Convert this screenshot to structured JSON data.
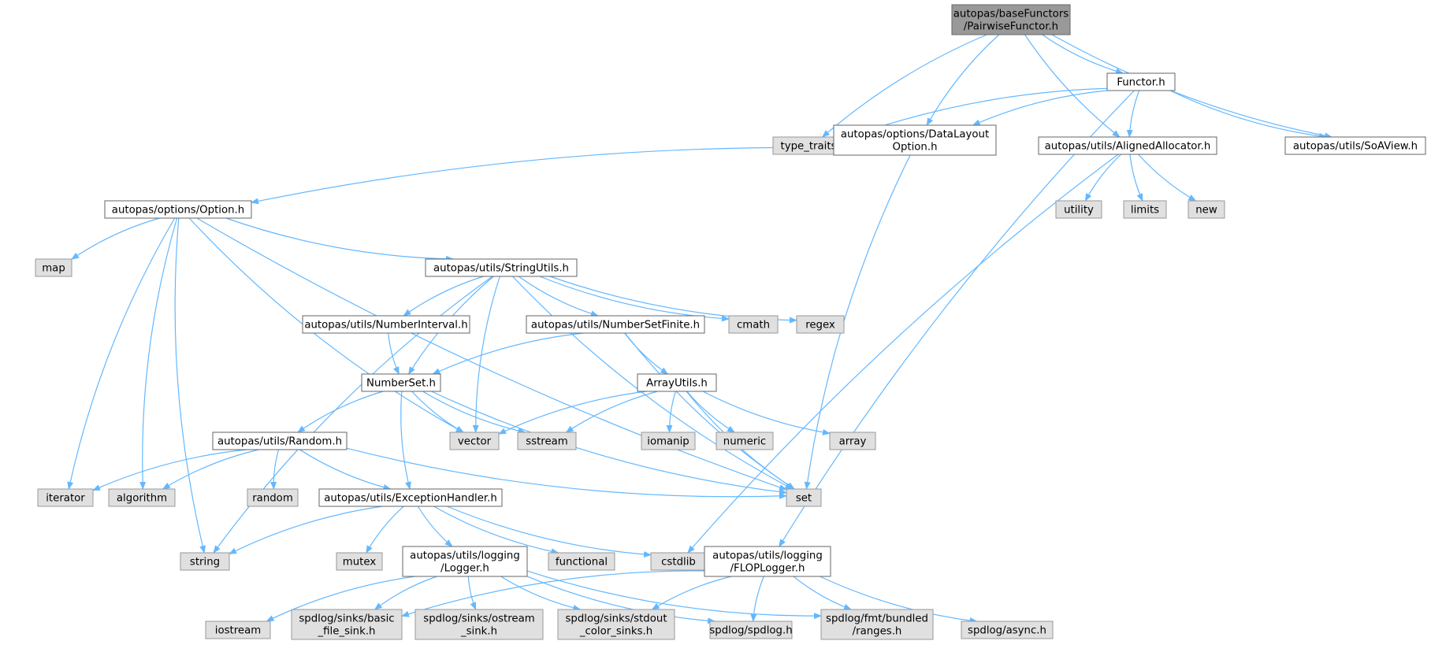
{
  "diagram": {
    "colors": {
      "edge": "#63b8ff",
      "root_fill": "#999999",
      "root_stroke": "#666666",
      "header_fill": "#ffffff",
      "header_stroke": "#666666",
      "system_fill": "#e0e0e0",
      "system_stroke": "#999999"
    },
    "nodes": [
      {
        "id": "root",
        "kind": "root",
        "lines": [
          "autopas/baseFunctors",
          "/PairwiseFunctor.h"
        ]
      },
      {
        "id": "functor",
        "kind": "header",
        "lines": [
          "Functor.h"
        ]
      },
      {
        "id": "type_traits",
        "kind": "system",
        "lines": [
          "type_traits"
        ]
      },
      {
        "id": "datalayout",
        "kind": "header",
        "lines": [
          "autopas/options/DataLayout",
          "Option.h"
        ]
      },
      {
        "id": "aligned",
        "kind": "header",
        "lines": [
          "autopas/utils/AlignedAllocator.h"
        ]
      },
      {
        "id": "soaview",
        "kind": "header",
        "lines": [
          "autopas/utils/SoAView.h"
        ]
      },
      {
        "id": "option",
        "kind": "header",
        "lines": [
          "autopas/options/Option.h"
        ]
      },
      {
        "id": "utility",
        "kind": "system",
        "lines": [
          "utility"
        ]
      },
      {
        "id": "limits",
        "kind": "system",
        "lines": [
          "limits"
        ]
      },
      {
        "id": "new",
        "kind": "system",
        "lines": [
          "new"
        ]
      },
      {
        "id": "map",
        "kind": "system",
        "lines": [
          "map"
        ]
      },
      {
        "id": "stringutils",
        "kind": "header",
        "lines": [
          "autopas/utils/StringUtils.h"
        ]
      },
      {
        "id": "numberinterval",
        "kind": "header",
        "lines": [
          "autopas/utils/NumberInterval.h"
        ]
      },
      {
        "id": "numbersetfinite",
        "kind": "header",
        "lines": [
          "autopas/utils/NumberSetFinite.h"
        ]
      },
      {
        "id": "cmath",
        "kind": "system",
        "lines": [
          "cmath"
        ]
      },
      {
        "id": "regex",
        "kind": "system",
        "lines": [
          "regex"
        ]
      },
      {
        "id": "numberset",
        "kind": "header",
        "lines": [
          "NumberSet.h"
        ]
      },
      {
        "id": "arrayutils",
        "kind": "header",
        "lines": [
          "ArrayUtils.h"
        ]
      },
      {
        "id": "random_h",
        "kind": "header",
        "lines": [
          "autopas/utils/Random.h"
        ]
      },
      {
        "id": "vector",
        "kind": "system",
        "lines": [
          "vector"
        ]
      },
      {
        "id": "sstream",
        "kind": "system",
        "lines": [
          "sstream"
        ]
      },
      {
        "id": "iomanip",
        "kind": "system",
        "lines": [
          "iomanip"
        ]
      },
      {
        "id": "numeric",
        "kind": "system",
        "lines": [
          "numeric"
        ]
      },
      {
        "id": "array",
        "kind": "system",
        "lines": [
          "array"
        ]
      },
      {
        "id": "iterator",
        "kind": "system",
        "lines": [
          "iterator"
        ]
      },
      {
        "id": "algorithm",
        "kind": "system",
        "lines": [
          "algorithm"
        ]
      },
      {
        "id": "random",
        "kind": "system",
        "lines": [
          "random"
        ]
      },
      {
        "id": "exception",
        "kind": "header",
        "lines": [
          "autopas/utils/ExceptionHandler.h"
        ]
      },
      {
        "id": "set",
        "kind": "system",
        "lines": [
          "set"
        ]
      },
      {
        "id": "string",
        "kind": "system",
        "lines": [
          "string"
        ]
      },
      {
        "id": "mutex",
        "kind": "system",
        "lines": [
          "mutex"
        ]
      },
      {
        "id": "logger",
        "kind": "header",
        "lines": [
          "autopas/utils/logging",
          "/Logger.h"
        ]
      },
      {
        "id": "functional",
        "kind": "system",
        "lines": [
          "functional"
        ]
      },
      {
        "id": "cstdlib",
        "kind": "system",
        "lines": [
          "cstdlib"
        ]
      },
      {
        "id": "floplogger",
        "kind": "header",
        "lines": [
          "autopas/utils/logging",
          "/FLOPLogger.h"
        ]
      },
      {
        "id": "iostream",
        "kind": "system",
        "lines": [
          "iostream"
        ]
      },
      {
        "id": "basic_file_sink",
        "kind": "system",
        "lines": [
          "spdlog/sinks/basic",
          "_file_sink.h"
        ]
      },
      {
        "id": "ostream_sink",
        "kind": "system",
        "lines": [
          "spdlog/sinks/ostream",
          "_sink.h"
        ]
      },
      {
        "id": "stdout_color",
        "kind": "system",
        "lines": [
          "spdlog/sinks/stdout",
          "_color_sinks.h"
        ]
      },
      {
        "id": "spdlog_h",
        "kind": "system",
        "lines": [
          "spdlog/spdlog.h"
        ]
      },
      {
        "id": "fmt_ranges",
        "kind": "system",
        "lines": [
          "spdlog/fmt/bundled",
          "/ranges.h"
        ]
      },
      {
        "id": "async",
        "kind": "system",
        "lines": [
          "spdlog/async.h"
        ]
      }
    ],
    "edges": [
      [
        "root",
        "type_traits"
      ],
      [
        "root",
        "datalayout"
      ],
      [
        "root",
        "aligned"
      ],
      [
        "root",
        "functor"
      ],
      [
        "root",
        "soaview"
      ],
      [
        "functor",
        "type_traits"
      ],
      [
        "functor",
        "datalayout"
      ],
      [
        "functor",
        "aligned"
      ],
      [
        "functor",
        "soaview"
      ],
      [
        "functor",
        "floplogger"
      ],
      [
        "datalayout",
        "option"
      ],
      [
        "datalayout",
        "set"
      ],
      [
        "aligned",
        "utility"
      ],
      [
        "aligned",
        "limits"
      ],
      [
        "aligned",
        "new"
      ],
      [
        "aligned",
        "cstdlib"
      ],
      [
        "option",
        "map"
      ],
      [
        "option",
        "stringutils"
      ],
      [
        "option",
        "iterator"
      ],
      [
        "option",
        "algorithm"
      ],
      [
        "option",
        "vector"
      ],
      [
        "option",
        "set"
      ],
      [
        "option",
        "string"
      ],
      [
        "stringutils",
        "numberinterval"
      ],
      [
        "stringutils",
        "numbersetfinite"
      ],
      [
        "stringutils",
        "cmath"
      ],
      [
        "stringutils",
        "regex"
      ],
      [
        "stringutils",
        "numberset"
      ],
      [
        "stringutils",
        "vector"
      ],
      [
        "stringutils",
        "set"
      ],
      [
        "stringutils",
        "string"
      ],
      [
        "numberinterval",
        "numberset"
      ],
      [
        "numbersetfinite",
        "numberset"
      ],
      [
        "numbersetfinite",
        "arrayutils"
      ],
      [
        "numbersetfinite",
        "set"
      ],
      [
        "numberset",
        "random_h"
      ],
      [
        "numberset",
        "vector"
      ],
      [
        "numberset",
        "sstream"
      ],
      [
        "numberset",
        "exception"
      ],
      [
        "numberset",
        "set"
      ],
      [
        "arrayutils",
        "vector"
      ],
      [
        "arrayutils",
        "sstream"
      ],
      [
        "arrayutils",
        "iomanip"
      ],
      [
        "arrayutils",
        "numeric"
      ],
      [
        "arrayutils",
        "array"
      ],
      [
        "arrayutils",
        "set"
      ],
      [
        "random_h",
        "iterator"
      ],
      [
        "random_h",
        "algorithm"
      ],
      [
        "random_h",
        "random"
      ],
      [
        "random_h",
        "exception"
      ],
      [
        "random_h",
        "set"
      ],
      [
        "exception",
        "string"
      ],
      [
        "exception",
        "mutex"
      ],
      [
        "exception",
        "logger"
      ],
      [
        "exception",
        "functional"
      ],
      [
        "exception",
        "cstdlib"
      ],
      [
        "logger",
        "iostream"
      ],
      [
        "logger",
        "basic_file_sink"
      ],
      [
        "logger",
        "ostream_sink"
      ],
      [
        "logger",
        "stdout_color"
      ],
      [
        "logger",
        "spdlog_h"
      ],
      [
        "logger",
        "fmt_ranges"
      ],
      [
        "floplogger",
        "basic_file_sink"
      ],
      [
        "floplogger",
        "stdout_color"
      ],
      [
        "floplogger",
        "spdlog_h"
      ],
      [
        "floplogger",
        "fmt_ranges"
      ],
      [
        "floplogger",
        "async"
      ]
    ]
  }
}
